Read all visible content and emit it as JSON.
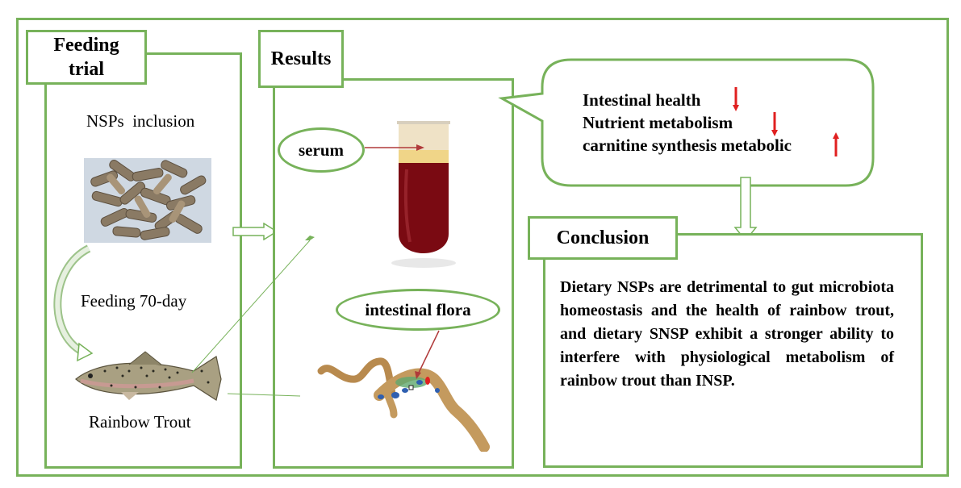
{
  "feeding_trial": {
    "title": "Feeding trial",
    "nsps_inclusion": "NSPs  inclusion",
    "feeding_duration": "Feeding 70-day",
    "fish_label": "Rainbow Trout"
  },
  "results": {
    "title": "Results",
    "serum_label": "serum",
    "flora_label": "intestinal flora"
  },
  "effects": {
    "items": [
      {
        "label": "Intestinal health",
        "direction": "down"
      },
      {
        "label": "Nutrient metabolism",
        "direction": "down"
      },
      {
        "label": "carnitine synthesis metabolic",
        "direction": "up"
      }
    ]
  },
  "conclusion": {
    "title": "Conclusion",
    "text": "Dietary NSPs are detrimental to gut microbiota homeostasis and the health of rainbow trout, and dietary SNSP exhibit a stronger ability to interfere with physiological metabolism of rainbow trout than INSP."
  },
  "colors": {
    "frame_green": "#77b25a",
    "arrow_red": "#e02020",
    "blood_red": "#7a0a12"
  }
}
